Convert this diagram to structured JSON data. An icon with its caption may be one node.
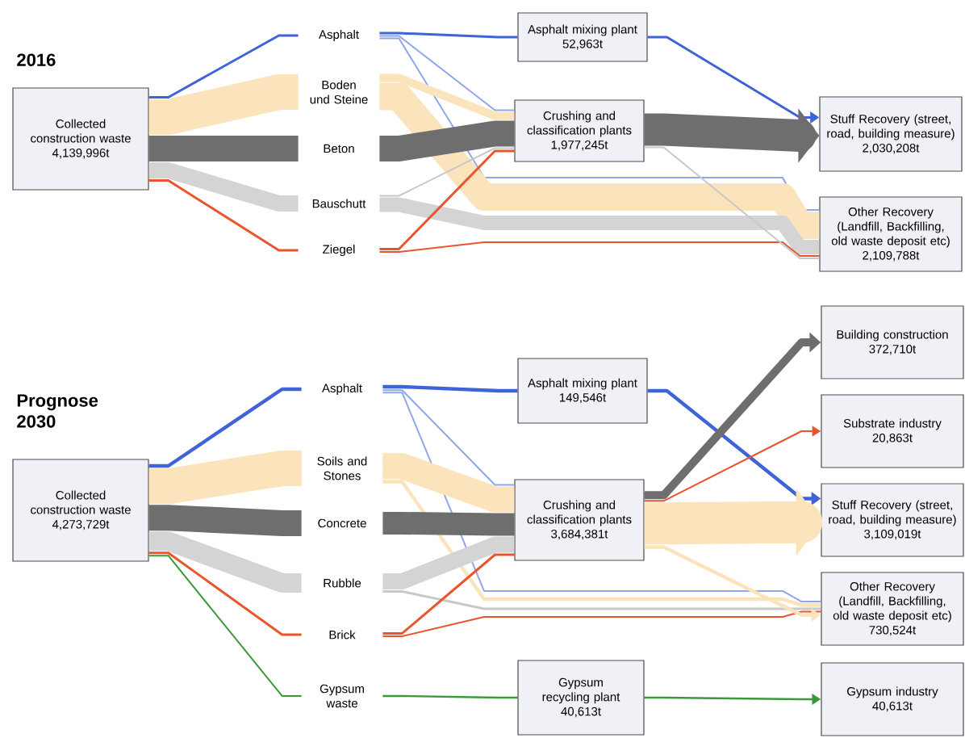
{
  "diagram": {
    "nodes": [
      {
        "text": [
          "Collected construction waste",
          "4,139,996t"
        ]
      },
      {
        "text": [
          "Asphalt"
        ]
      },
      {
        "text": [
          "Boden und Steine"
        ]
      },
      {
        "text": [
          "Beton"
        ]
      },
      {
        "text": [
          "Bauschutt"
        ]
      },
      {
        "text": [
          "Ziegel"
        ]
      },
      {
        "text": [
          "Asphalt mixing plant",
          "52,963t"
        ]
      },
      {
        "text": [
          "Crushing and classification plants",
          "1,977,245t"
        ]
      },
      {
        "text": [
          "Stuff Recovery (street, road, building measure)",
          "2,030,208t"
        ]
      },
      {
        "text": [
          "Other Recovery (Landfill, Backfilling, old waste deposit etc)",
          "2,109,788t"
        ]
      },
      {
        "text": [
          "Collected construction waste",
          "4,273,729t"
        ]
      },
      {
        "text": [
          "Asphalt"
        ]
      },
      {
        "text": [
          "Soils and Stones"
        ]
      },
      {
        "text": [
          "Concrete"
        ]
      },
      {
        "text": [
          "Rubble"
        ]
      },
      {
        "text": [
          "Brick"
        ]
      },
      {
        "text": [
          "Gypsum waste"
        ]
      },
      {
        "text": [
          "Asphalt mixing plant",
          "149,546t"
        ]
      },
      {
        "text": [
          "Crushing and classification plants",
          "3,684,381t"
        ]
      },
      {
        "text": [
          "Gypsum recycling plant",
          "40,613t"
        ]
      },
      {
        "text": [
          "Building construction",
          "372,710t"
        ]
      },
      {
        "text": [
          "Substrate industry",
          "20,863t"
        ]
      },
      {
        "text": [
          "Stuff Recovery (street, road, building measure)",
          "3,109,019t"
        ]
      },
      {
        "text": [
          "Other Recovery (Landfill, Backfilling, old waste deposit etc)",
          "730,524t"
        ]
      },
      {
        "text": [
          "Gypsum industry",
          "40,613t"
        ]
      }
    ],
    "edges": [
      {
        "from": 0,
        "to": 1,
        "arrow": "none",
        "color": "#3f63d8"
      },
      {
        "from": 0,
        "to": 2,
        "arrow": "none",
        "style": "thick",
        "color": "#fbe3bb"
      },
      {
        "from": 0,
        "to": 3,
        "arrow": "none",
        "style": "thick",
        "color": "#6e6e6e"
      },
      {
        "from": 0,
        "to": 4,
        "arrow": "none",
        "style": "thick",
        "color": "#d4d4d4"
      },
      {
        "from": 0,
        "to": 5,
        "arrow": "none",
        "color": "#e9552c"
      },
      {
        "from": 1,
        "to": 6,
        "arrow": "none",
        "color": "#3f63d8"
      },
      {
        "from": 1,
        "to": 7,
        "arrow": "none",
        "color": "#8fa6ea"
      },
      {
        "from": 1,
        "to": 9,
        "arrow": "none",
        "color": "#8fa6ea"
      },
      {
        "from": 2,
        "to": 7,
        "arrow": "none",
        "style": "thick",
        "color": "#fbe3bb"
      },
      {
        "from": 2,
        "to": 9,
        "arrow": "none",
        "style": "thick",
        "color": "#fbe3bb"
      },
      {
        "from": 3,
        "to": 7,
        "arrow": "none",
        "style": "thick",
        "color": "#6e6e6e"
      },
      {
        "from": 4,
        "to": 7,
        "arrow": "none",
        "color": "#c8c8c8"
      },
      {
        "from": 4,
        "to": 9,
        "arrow": "none",
        "style": "thick",
        "color": "#d4d4d4"
      },
      {
        "from": 5,
        "to": 7,
        "arrow": "none",
        "color": "#e9552c"
      },
      {
        "from": 5,
        "to": 9,
        "arrow": "none",
        "color": "#e9552c"
      },
      {
        "from": 6,
        "to": 8,
        "arrow": "to",
        "color": "#3f63d8"
      },
      {
        "from": 7,
        "to": 8,
        "arrow": "to",
        "style": "thick",
        "color": "#6e6e6e"
      },
      {
        "from": 7,
        "to": 9,
        "arrow": "none",
        "color": "#c8c8c8"
      },
      {
        "from": 10,
        "to": 11,
        "arrow": "none",
        "color": "#3f63d8"
      },
      {
        "from": 10,
        "to": 12,
        "arrow": "none",
        "style": "thick",
        "color": "#fbe3bb"
      },
      {
        "from": 10,
        "to": 13,
        "arrow": "none",
        "style": "thick",
        "color": "#6e6e6e"
      },
      {
        "from": 10,
        "to": 14,
        "arrow": "none",
        "style": "thick",
        "color": "#d4d4d4"
      },
      {
        "from": 10,
        "to": 15,
        "arrow": "none",
        "color": "#e9552c"
      },
      {
        "from": 10,
        "to": 16,
        "arrow": "none",
        "color": "#3a9a3a"
      },
      {
        "from": 11,
        "to": 17,
        "arrow": "none",
        "color": "#3f63d8"
      },
      {
        "from": 11,
        "to": 18,
        "arrow": "none",
        "color": "#8fa6ea"
      },
      {
        "from": 11,
        "to": 23,
        "arrow": "none",
        "color": "#8fa6ea"
      },
      {
        "from": 12,
        "to": 18,
        "arrow": "none",
        "style": "thick",
        "color": "#fbe3bb"
      },
      {
        "from": 12,
        "to": 23,
        "arrow": "none",
        "color": "#fbe3bb"
      },
      {
        "from": 13,
        "to": 18,
        "arrow": "none",
        "style": "thick",
        "color": "#6e6e6e"
      },
      {
        "from": 14,
        "to": 18,
        "arrow": "none",
        "style": "thick",
        "color": "#d4d4d4"
      },
      {
        "from": 14,
        "to": 23,
        "arrow": "none",
        "color": "#c8c8c8"
      },
      {
        "from": 15,
        "to": 18,
        "arrow": "none",
        "color": "#e9552c"
      },
      {
        "from": 15,
        "to": 23,
        "arrow": "none",
        "color": "#e9552c"
      },
      {
        "from": 16,
        "to": 19,
        "arrow": "none",
        "color": "#3a9a3a"
      },
      {
        "from": 17,
        "to": 22,
        "arrow": "to",
        "color": "#3f63d8"
      },
      {
        "from": 18,
        "to": 20,
        "arrow": "to",
        "style": "thick",
        "color": "#6e6e6e"
      },
      {
        "from": 18,
        "to": 21,
        "arrow": "to",
        "color": "#e9552c"
      },
      {
        "from": 18,
        "to": 22,
        "arrow": "to",
        "style": "thick",
        "color": "#fbe3bb"
      },
      {
        "from": 18,
        "to": 23,
        "arrow": "to",
        "color": "#fbe3bb"
      },
      {
        "from": 19,
        "to": 24,
        "arrow": "to",
        "color": "#3a9a3a"
      }
    ],
    "labels": [
      "2016",
      "Prognose 2030"
    ]
  }
}
